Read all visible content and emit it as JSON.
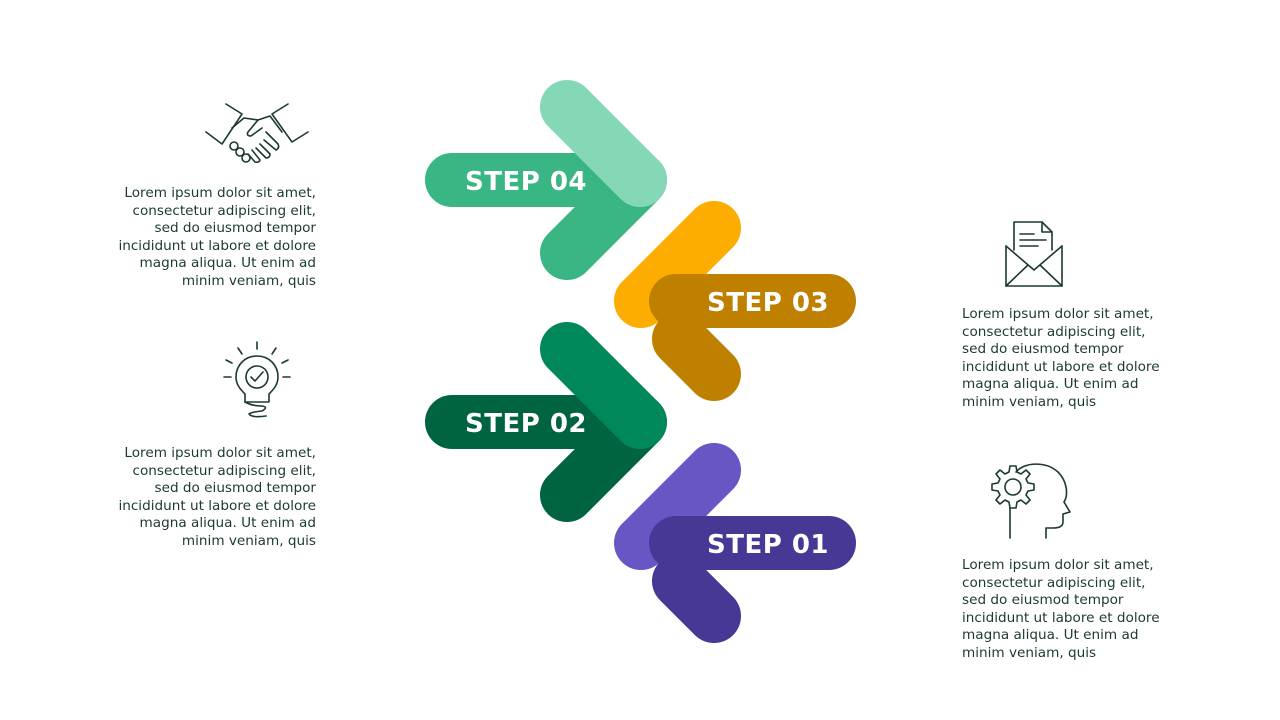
{
  "steps": [
    {
      "label": "STEP 04",
      "description": "Lorem ipsum dolor sit amet,\nconsectetur adipiscing elit,\nsed do eiusmod tempor\nincididunt ut labore et dolore\nmagna aliqua. Ut enim ad\nminim veniam, quis",
      "icon": "handshake-icon",
      "colors": {
        "light": "#84d8b5",
        "dark": "#3ab584"
      }
    },
    {
      "label": "STEP 03",
      "description": "Lorem ipsum dolor sit amet,\nconsectetur adipiscing elit,\nsed do eiusmod tempor\nincididunt ut labore et dolore\nmagna aliqua. Ut enim ad\nminim veniam, quis",
      "icon": "envelope-document-icon",
      "colors": {
        "light": "#fdad00",
        "dark": "#bf8000"
      }
    },
    {
      "label": "STEP 02",
      "description": "Lorem ipsum dolor sit amet,\nconsectetur adipiscing elit,\nsed do eiusmod tempor\nincididunt ut labore et dolore\nmagna aliqua. Ut enim ad\nminim veniam, quis",
      "icon": "lightbulb-check-icon",
      "colors": {
        "light": "#00875a",
        "dark": "#006440"
      }
    },
    {
      "label": "STEP 01",
      "description": "Lorem ipsum dolor sit amet,\nconsectetur adipiscing elit,\nsed do eiusmod tempor\nincididunt ut labore et dolore\nmagna aliqua. Ut enim ad\nminim veniam, quis",
      "icon": "head-gear-icon",
      "colors": {
        "light": "#6856c4",
        "dark": "#473896"
      }
    }
  ],
  "icon_color": "#1b3a2e"
}
